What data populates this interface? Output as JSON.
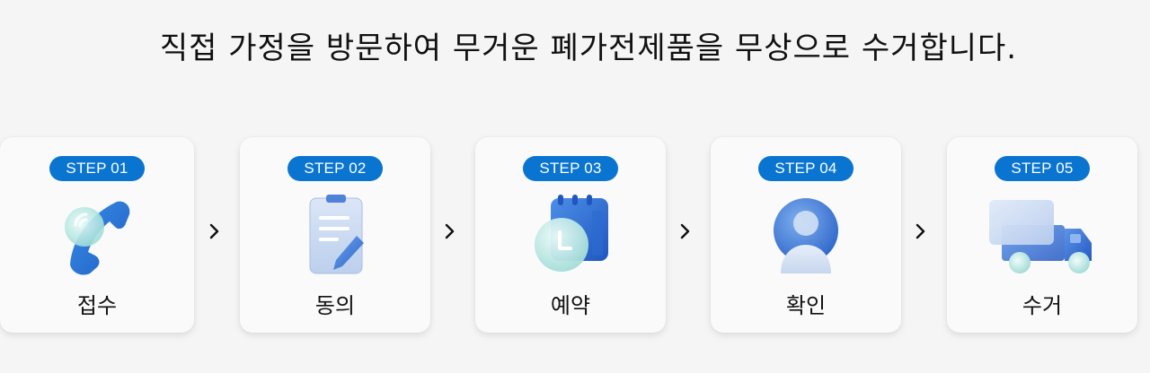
{
  "headline": "직접 가정을 방문하여 무거운 폐가전제품을 무상으로 수거합니다.",
  "accent_color": "#0a74d1",
  "steps": [
    {
      "badge": "STEP 01",
      "label": "접수",
      "icon": "phone-icon"
    },
    {
      "badge": "STEP 02",
      "label": "동의",
      "icon": "clipboard-pen-icon"
    },
    {
      "badge": "STEP 03",
      "label": "예약",
      "icon": "calendar-clock-icon"
    },
    {
      "badge": "STEP 04",
      "label": "확인",
      "icon": "user-profile-icon"
    },
    {
      "badge": "STEP 05",
      "label": "수거",
      "icon": "delivery-truck-icon"
    }
  ],
  "separator_icon": "chevron-right-icon"
}
